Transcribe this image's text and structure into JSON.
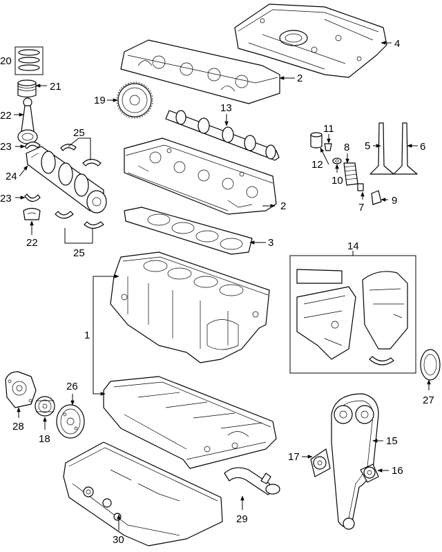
{
  "diagram": {
    "callouts": [
      "1",
      "2",
      "2",
      "3",
      "4",
      "5",
      "6",
      "7",
      "8",
      "9",
      "10",
      "11",
      "12",
      "13",
      "14",
      "15",
      "16",
      "17",
      "18",
      "19",
      "20",
      "21",
      "22",
      "22",
      "23",
      "23",
      "24",
      "25",
      "25",
      "26",
      "27",
      "28",
      "29",
      "30"
    ]
  },
  "colors": {
    "line": "#000000",
    "background": "#ffffff"
  }
}
